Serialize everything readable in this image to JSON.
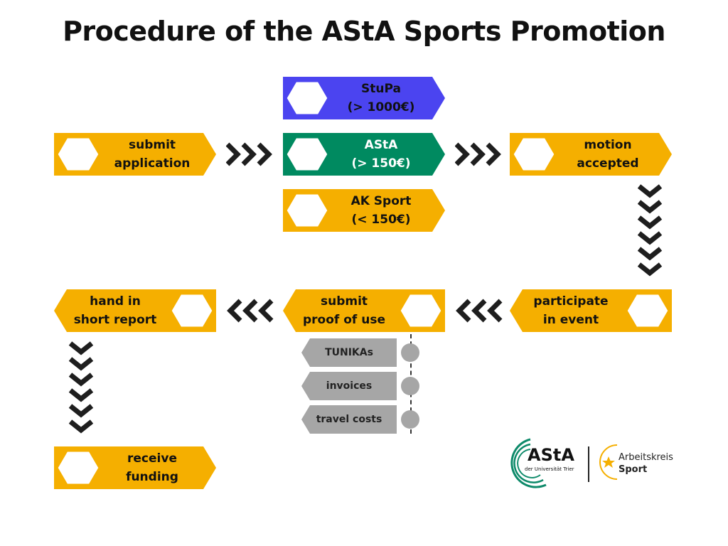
{
  "title": "Procedure of the AStA Sports Promotion",
  "colors": {
    "orange": "#F5AF00",
    "blue": "#4B44F0",
    "green": "#008A60",
    "gray": "#A6A6A6",
    "chevron": "#1E1E1E"
  },
  "steps": {
    "submit_application": {
      "line1": "submit",
      "line2": "application"
    },
    "stupa": {
      "line1": "StuPa",
      "line2": "(> 1000€)"
    },
    "asta": {
      "line1": "AStA",
      "line2": "(> 150€)"
    },
    "ak_sport": {
      "line1": "AK Sport",
      "line2": "(< 150€)"
    },
    "motion_accepted": {
      "line1": "motion",
      "line2": "accepted"
    },
    "participate": {
      "line1": "participate",
      "line2": "in event"
    },
    "proof_of_use": {
      "line1": "submit",
      "line2": "proof of use"
    },
    "short_report": {
      "line1": "hand in",
      "line2": "short report"
    },
    "receive_funding": {
      "line1": "receive",
      "line2": "funding"
    }
  },
  "proof_items": [
    "TUNIKAs",
    "invoices",
    "travel costs"
  ],
  "logos": {
    "asta_name": "AStA",
    "asta_subtitle": "der Universität Trier",
    "ak_line1": "Arbeitskreis",
    "ak_line2": "Sport"
  }
}
